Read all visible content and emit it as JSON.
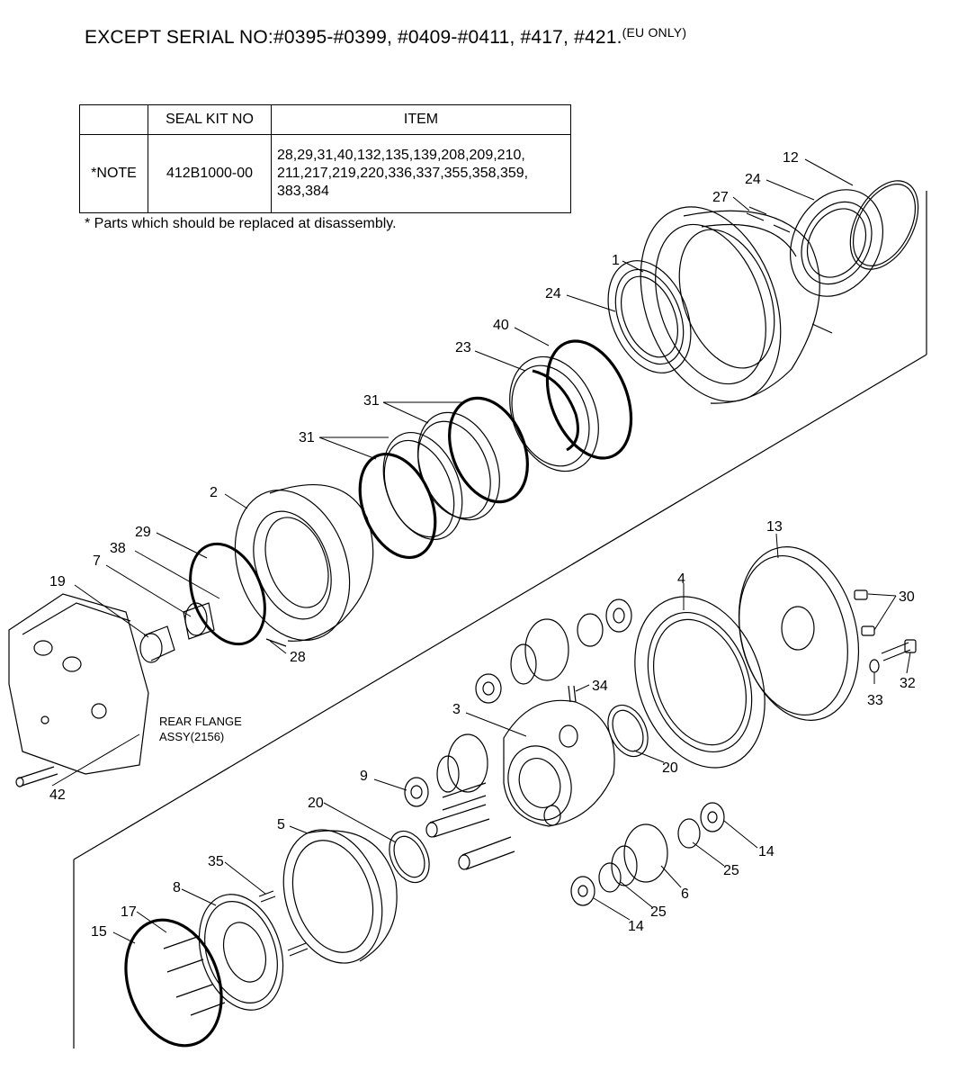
{
  "header": {
    "title_main": "EXCEPT SERIAL NO:#0395-#0399, #0409-#0411, #417, #421.",
    "title_suffix": "(EU ONLY)"
  },
  "seal_table": {
    "col_blank": "",
    "col_seal_kit": "SEAL KIT NO",
    "col_item": "ITEM",
    "row_label": "*NOTE",
    "kit_no": "412B1000-00",
    "items_line1": "28,29,31,40,132,135,139,208,209,210,",
    "items_line2": "211,217,219,220,336,337,355,358,359,",
    "items_line3": "383,384"
  },
  "footnote": "* Parts which should be replaced at disassembly.",
  "rear_flange": {
    "line1": "REAR FLANGE",
    "line2": "ASSY(2156)"
  },
  "callouts": {
    "c1": "1",
    "c2": "2",
    "c3": "3",
    "c4": "4",
    "c5": "5",
    "c6": "6",
    "c7": "7",
    "c8": "8",
    "c9": "9",
    "c12": "12",
    "c13": "13",
    "c14a": "14",
    "c14b": "14",
    "c15": "15",
    "c17": "17",
    "c19": "19",
    "c20a": "20",
    "c20b": "20",
    "c23": "23",
    "c24a": "24",
    "c24b": "24",
    "c25a": "25",
    "c25b": "25",
    "c27": "27",
    "c28": "28",
    "c29": "29",
    "c30": "30",
    "c31a": "31",
    "c31b": "31",
    "c32": "32",
    "c33": "33",
    "c34": "34",
    "c35": "35",
    "c38": "38",
    "c40": "40",
    "c42": "42"
  }
}
